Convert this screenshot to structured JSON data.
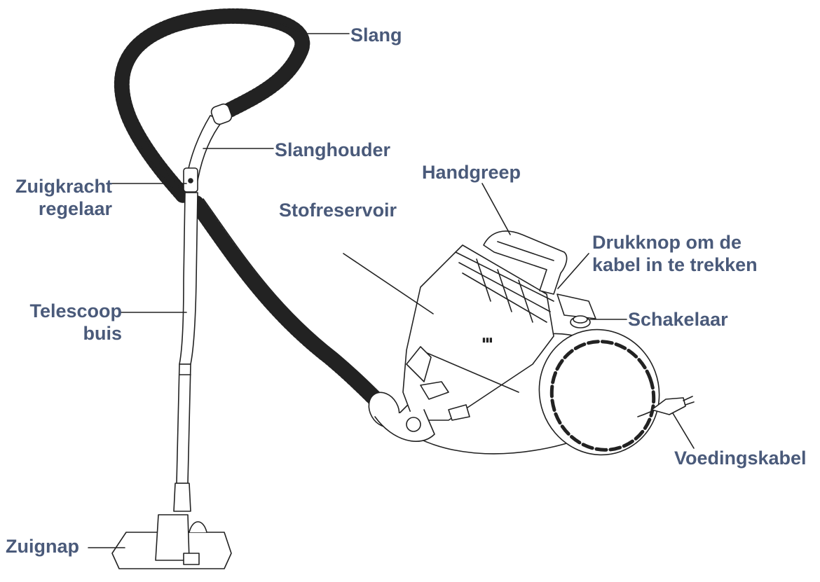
{
  "diagram": {
    "labels": {
      "slang": "Slang",
      "slanghouder": "Slanghouder",
      "zuigkracht_line1": "Zuigkracht",
      "zuigkracht_line2": "regelaar",
      "handgreep": "Handgreep",
      "stofreservoir": "Stofreservoir",
      "drukknop_line1": "Drukknop om de",
      "drukknop_line2": "kabel in te trekken",
      "telescoop_line1": "Telescoop",
      "telescoop_line2": "buis",
      "schakelaar": "Schakelaar",
      "voedingskabel": "Voedingskabel",
      "zuignap": "Zuignap"
    },
    "colors": {
      "label": "#4a5a7a",
      "linework": "#222222",
      "grille": "#151515"
    }
  }
}
